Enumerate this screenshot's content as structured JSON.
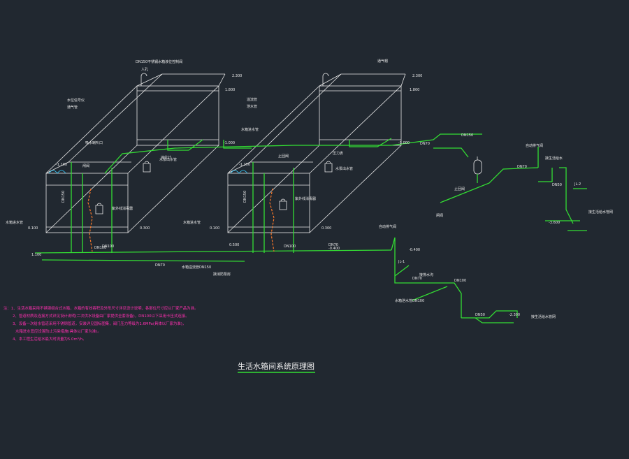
{
  "title": "生活水箱间系统原理图",
  "colors": {
    "background": "#212830",
    "tank_outline": "#e8e8e8",
    "supply_pipe": "#33dd33",
    "accent_pipe": "#ff7a2a",
    "notes": "#ff2fb0"
  },
  "pipe_labels": {
    "dn70_a": "DN70",
    "dn70_b": "DN70",
    "dn70_c": "DN70",
    "dn70_d": "DN70",
    "dn70_e": "DN70",
    "dn100_a": "DN100",
    "dn100_b": "DN100",
    "dn100_c": "DN100",
    "dn150_a": "DN150",
    "dn150_b": "DN150",
    "dn50_a": "DN50",
    "dn50_b": "DN50",
    "jl1": "JL-1",
    "jl2": "JL-2"
  },
  "levels": {
    "l1": "2.300",
    "l2": "2.300",
    "l3": "1.800",
    "l4": "1.800",
    "l5": "-1.100",
    "l6": "-1.100",
    "l7": "0.100",
    "l8": "0.100",
    "l9": "0.300",
    "l10": "0.300",
    "l11": "1.100",
    "l12": "-0.400",
    "l13": "-0.400",
    "l14": "-3.600",
    "l15": "-2.300",
    "l16": "0.500",
    "l17": "-1.000",
    "l18": "-1.000"
  },
  "annotations": {
    "a1": "DN150不锈钢水箱液位控制阀",
    "a2": "人孔",
    "a3": "水位信号仪",
    "a4": "通气管",
    "a5": "溢流管",
    "a6": "泄水管",
    "a7": "吸水喇叭口",
    "a8": "DN100",
    "a9": "接消防泵房",
    "a10": "自动排气阀",
    "a11": "接生活给水",
    "a12": "紫外线消毒器",
    "a13": "水泵出水管",
    "a14": "闸阀",
    "a15": "止回阀",
    "a16": "压力表",
    "a17": "接生活给水管网",
    "a18": "水箱进水管",
    "a19": "液位计",
    "a20": "接排水沟",
    "a21": "DN150",
    "a22": "水箱溢流管DN150",
    "a23": "水箱泄水管DN100",
    "a24": "通气帽"
  },
  "notes": [
    "注：1、生活水箱采用不锈钢组合式水箱，水箱的有效容积及外形尺寸详见设计说明，各部位尺寸应以厂家产品为准。",
    "2、管道材质及连接方式详见设计说明(二次供水设备由厂家提供全套设备)，DN100以下采用卡压式连接。",
    "3、设备一次给水管道采用不锈钢管道，安装详见国标图集，阀门压力等级为1.6MPa(具体以厂家为准)，",
    "水箱进水管应设置防止污染措施(具体以厂家为准)。",
    "4、本工程生活给水最大时流量为5.0m³/h。"
  ]
}
